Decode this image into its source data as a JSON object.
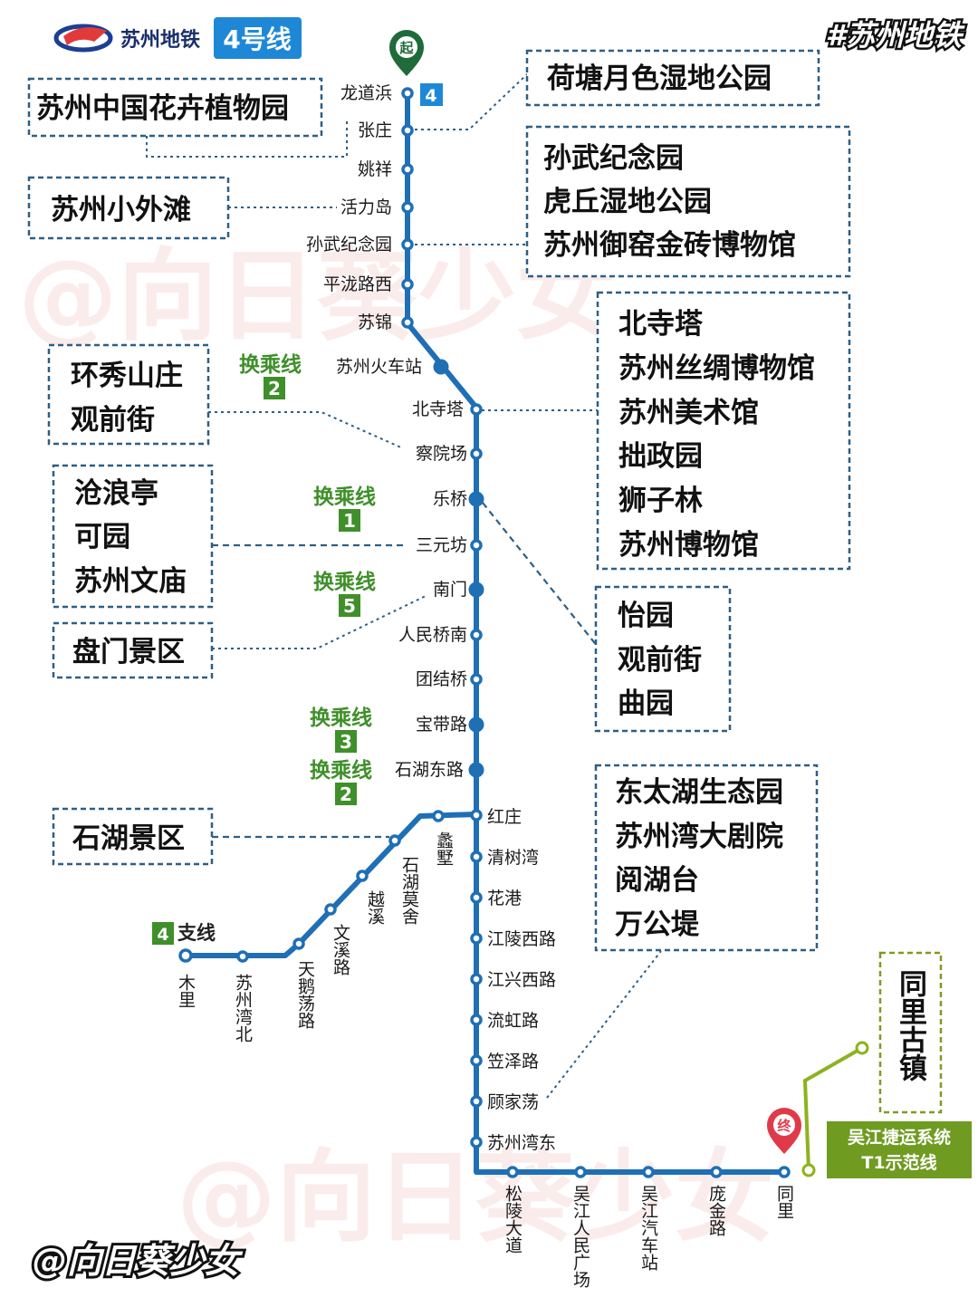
{
  "header": {
    "brand": "苏州地铁",
    "line_badge": "4号线",
    "hashtag": "#苏州地铁",
    "author": "@向日葵少女",
    "watermark": "@向日葵少女",
    "start_marker": "起",
    "end_marker": "终",
    "line_tag": "4",
    "branch_label": "支线",
    "branch_tag": "4"
  },
  "colors": {
    "line": "#1f6fb5",
    "box_border": "#2d5f86",
    "transfer_text": "#3f8f2a",
    "transfer_badge": "#3f8f2a",
    "start_marker": "#1f6b3a",
    "end_marker": "#e03a4a",
    "badge_blue": "#1e88d6",
    "tram_line": "#8cb21f",
    "tram_box": "#6f9b21"
  },
  "stations": {
    "main": [
      "龙道浜",
      "张庄",
      "姚祥",
      "活力岛",
      "孙武纪念园",
      "平泷路西",
      "苏锦",
      "苏州火车站",
      "北寺塔",
      "察院场",
      "乐桥",
      "三元坊",
      "南门",
      "人民桥南",
      "团结桥",
      "宝带路",
      "石湖东路",
      "红庄",
      "清树湾",
      "花港",
      "江陵西路",
      "江兴西路",
      "流虹路",
      "笠泽路",
      "顾家荡",
      "苏州湾东",
      "松陵大道",
      "吴江人民广场",
      "吴江汽车站",
      "庞金路",
      "同里"
    ],
    "branch": [
      "蠡墅",
      "石湖莫舍",
      "越溪",
      "文溪路",
      "天鹅荡路",
      "苏州湾北",
      "木里"
    ]
  },
  "transfers": [
    {
      "label": "换乘线",
      "line": "2"
    },
    {
      "label": "换乘线",
      "line": "1"
    },
    {
      "label": "换乘线",
      "line": "5"
    },
    {
      "label": "换乘线",
      "line": "3"
    },
    {
      "label": "换乘线",
      "line": "2"
    }
  ],
  "attractions": {
    "a1": [
      "苏州中国花卉植物园"
    ],
    "a2": [
      "荷塘月色湿地公园"
    ],
    "a3": [
      "苏州小外滩"
    ],
    "a4": [
      "孙武纪念园",
      "虎丘湿地公园",
      "苏州御窑金砖博物馆"
    ],
    "a5": [
      "北寺塔",
      "苏州丝绸博物馆",
      "苏州美术馆",
      "拙政园",
      "狮子林",
      "苏州博物馆"
    ],
    "a6": [
      "环秀山庄",
      "观前街"
    ],
    "a7": [
      "沧浪亭",
      "可园",
      "苏州文庙"
    ],
    "a8": [
      "盘门景区"
    ],
    "a9": [
      "怡园",
      "观前街",
      "曲园"
    ],
    "a10": [
      "石湖景区"
    ],
    "a11": [
      "东太湖生态园",
      "苏州湾大剧院",
      "阅湖台",
      "万公堤"
    ],
    "a12": [
      "同里古镇"
    ]
  },
  "tram": {
    "line1": "吴江捷运系统",
    "line2": "T1示范线"
  }
}
